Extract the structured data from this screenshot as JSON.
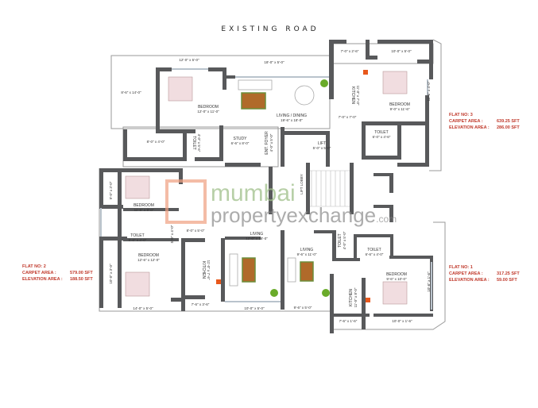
{
  "title": "EXISTING ROAD",
  "watermark": {
    "line1": "mumbai",
    "line2": "propertyexchange",
    "suffix": ".com"
  },
  "flats": [
    {
      "no": "FLAT NO: 3",
      "carpet_label": "CARPET AREA :",
      "carpet": "639.25 SFT",
      "elev_label": "ELEVATION AREA :",
      "elev": "286.00 SFT"
    },
    {
      "no": "FLAT NO: 2",
      "carpet_label": "CARPET AREA :",
      "carpet": "579.00 SFT",
      "elev_label": "ELEVATION AREA :",
      "elev": "188.50 SFT"
    },
    {
      "no": "FLAT NO: 1",
      "carpet_label": "CARPET AREA :",
      "carpet": "317.25 SFT",
      "elev_label": "ELEVATION AREA :",
      "elev": "59.00 SFT"
    }
  ],
  "rooms": {
    "f3_balc_left": "8'-6\" x 14'-0\"",
    "f3_balc_top1": "12'-0\" x 5'-0\"",
    "f3_balc_top2": "18'-0\" x 5'-0\"",
    "f3_bed": {
      "name": "BEDROOM",
      "dim": "12'-0\" x 11'-0\""
    },
    "f3_living": {
      "name": "LIVING / DINING",
      "dim": "19'-6\" x 18'-0\""
    },
    "f3_dry": "8'-0\" x 4'-0\"",
    "f3_toilet1": {
      "name": "TOILET",
      "dim": "4'-0\" x 5'-6\""
    },
    "f3_study": {
      "name": "STUDY",
      "dim": "6'-6\" x 8'-0\""
    },
    "f3_foyer": {
      "name": "ENT. FOYER",
      "dim": "4'-0\" x 5'-0\""
    },
    "lift": {
      "name": "LIFT",
      "dim": "5'-0\" x 5'-0\""
    },
    "f3_kbalc": "7'-0\" x 2'-6\"",
    "f3_bbalc": "10'-0\" x 5'-0\"",
    "f3_kitchen": {
      "name": "KITCHEN",
      "dim": "11'-0\" x 7'-0\""
    },
    "f3_bed2": {
      "name": "BEDROOM",
      "dim": "9'-0\" x 11'-6\""
    },
    "f3_side": "11'-6\" x 4'-0\"",
    "f3_passage": "7'-0\" x 7'-0\"",
    "f3_toilet2": {
      "name": "TOILET",
      "dim": "6'-0\" x 4'-6\""
    },
    "f2_side1": "9'-0\" x 3'-0\"",
    "f2_bed1": {
      "name": "BEDROOM",
      "dim": "11'-6\" x 9'-0\""
    },
    "f2_toilet": {
      "name": "TOILET",
      "dim": "5'-0\" x 4'-0\""
    },
    "f2_passage_v": "5'-0\" x 4'-0\"",
    "f2_passage": "8'-0\" x 5'-0\"",
    "f2_bed2": {
      "name": "BEDROOM",
      "dim": "12'-6\" x 12'-0\""
    },
    "f2_side2": "10'-0\" x 3'-0\"",
    "f2_balc": "14'-0\" x 5'-0\"",
    "f2_kitchen": {
      "name": "KITCHEN",
      "dim": "11'-0\" x 7'-6\""
    },
    "f2_living": {
      "name": "LIVING",
      "dim": "12'-0\" x 18'-0\""
    },
    "f2_kbalc": "7'-6\" x 3'-6\"",
    "f2_lbalc": "10'-0\" x 5'-0\"",
    "lobby": "LIFT LOBBY",
    "f1_living": {
      "name": "LIVING",
      "dim": "9'-6\" x 11'-0\""
    },
    "f1_toilet1": {
      "name": "TOILET",
      "dim": "4'-0\" x 5'-0\""
    },
    "f1_toilet2": {
      "name": "TOILET",
      "dim": "6'-6\" x 4'-0\""
    },
    "f1_lbalc": "9'-6\" x 5'-0\"",
    "f1_kitchen": {
      "name": "KITCHEN",
      "dim": "11'-0\" x 8'-0\""
    },
    "f1_bed": {
      "name": "BEDROOM",
      "dim": "9'-6\" x 10'-0\""
    },
    "f1_side": "10'-6\" x 1'-6\"",
    "f1_kbalc": "7'-6\" x 1'-6\"",
    "f1_bbalc": "10'-0\" x 1'-6\""
  },
  "colors": {
    "wall": "#58595b",
    "flat_text": "#c0392b",
    "rug": "#b06a2a",
    "plant": "#6aab2a"
  }
}
